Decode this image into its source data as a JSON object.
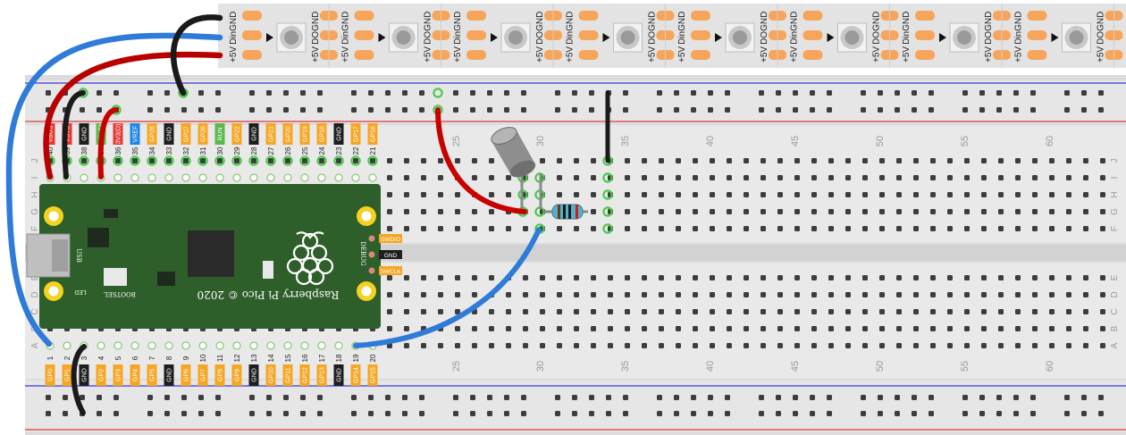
{
  "strip": {
    "label_5v": "+5V",
    "label_din": "DinGND",
    "label_do": "DOGND",
    "segment_count": 10
  },
  "breadboard": {
    "row_letters": [
      "J",
      "I",
      "H",
      "G",
      "F",
      "E",
      "D",
      "C",
      "B",
      "A"
    ],
    "top_numbers": [
      "25",
      "30",
      "35",
      "40",
      "45",
      "50",
      "55",
      "60"
    ],
    "bottom_numbers": [
      "25",
      "30",
      "35",
      "40",
      "45",
      "50",
      "55",
      "60"
    ]
  },
  "pico": {
    "top_pins": [
      {
        "num": "40",
        "label": "VBUS",
        "color": "#e53935"
      },
      {
        "num": "39",
        "label": "VSYS",
        "color": "#e53935"
      },
      {
        "num": "38",
        "label": "GND",
        "color": "#1e1e1e"
      },
      {
        "num": "37",
        "label": "3V3_EN",
        "color": "#5ab94a"
      },
      {
        "num": "36",
        "label": "3V3(O)",
        "color": "#e53935"
      },
      {
        "num": "35",
        "label": "VREF",
        "color": "#1e88e5"
      },
      {
        "num": "34",
        "label": "GP28",
        "color": "#f5a623"
      },
      {
        "num": "33",
        "label": "GND",
        "color": "#1e1e1e"
      },
      {
        "num": "32",
        "label": "GP27",
        "color": "#f5a623"
      },
      {
        "num": "31",
        "label": "GP26",
        "color": "#f5a623"
      },
      {
        "num": "30",
        "label": "RUN",
        "color": "#5ab94a"
      },
      {
        "num": "29",
        "label": "GP22",
        "color": "#f5a623"
      },
      {
        "num": "28",
        "label": "GND",
        "color": "#1e1e1e"
      },
      {
        "num": "27",
        "label": "GP21",
        "color": "#f5a623"
      },
      {
        "num": "26",
        "label": "GP20",
        "color": "#f5a623"
      },
      {
        "num": "25",
        "label": "GP19",
        "color": "#f5a623"
      },
      {
        "num": "24",
        "label": "GP18",
        "color": "#f5a623"
      },
      {
        "num": "23",
        "label": "GND",
        "color": "#1e1e1e"
      },
      {
        "num": "22",
        "label": "GP17",
        "color": "#f5a623"
      },
      {
        "num": "21",
        "label": "GP16",
        "color": "#f5a623"
      }
    ],
    "bottom_pins": [
      {
        "num": "1",
        "label": "GP0",
        "color": "#f5a623"
      },
      {
        "num": "2",
        "label": "GP1",
        "color": "#f5a623"
      },
      {
        "num": "3",
        "label": "GND",
        "color": "#1e1e1e"
      },
      {
        "num": "4",
        "label": "GP2",
        "color": "#f5a623"
      },
      {
        "num": "5",
        "label": "GP3",
        "color": "#f5a623"
      },
      {
        "num": "6",
        "label": "GP4",
        "color": "#f5a623"
      },
      {
        "num": "7",
        "label": "GP5",
        "color": "#f5a623"
      },
      {
        "num": "8",
        "label": "GND",
        "color": "#1e1e1e"
      },
      {
        "num": "9",
        "label": "GP6",
        "color": "#f5a623"
      },
      {
        "num": "10",
        "label": "GP7",
        "color": "#f5a623"
      },
      {
        "num": "11",
        "label": "GP8",
        "color": "#f5a623"
      },
      {
        "num": "12",
        "label": "GP9",
        "color": "#f5a623"
      },
      {
        "num": "13",
        "label": "GND",
        "color": "#1e1e1e"
      },
      {
        "num": "14",
        "label": "GP10",
        "color": "#f5a623"
      },
      {
        "num": "15",
        "label": "GP11",
        "color": "#f5a623"
      },
      {
        "num": "16",
        "label": "GP12",
        "color": "#f5a623"
      },
      {
        "num": "17",
        "label": "GP13",
        "color": "#f5a623"
      },
      {
        "num": "18",
        "label": "GND",
        "color": "#1e1e1e"
      },
      {
        "num": "19",
        "label": "GP14",
        "color": "#f5a623"
      },
      {
        "num": "20",
        "label": "GP15",
        "color": "#f5a623"
      }
    ],
    "debug_pins": [
      {
        "label": "SWDIO",
        "color": "#f5a623"
      },
      {
        "label": "GND",
        "color": "#1e1e1e"
      },
      {
        "label": "SWCLK",
        "color": "#f5a623"
      }
    ],
    "board_text": "Raspberry Pi Pico © 2020",
    "debug_text": "DEBUG",
    "usb_text": "USB",
    "bootsel_text": "BOOTSEL",
    "led_text": "LED"
  },
  "colors": {
    "board_green": "#2e5e2a",
    "wire_red": "#c80000",
    "wire_blue": "#2f7bd8",
    "wire_black": "#1a1a1a",
    "strip_bg": "#e3e3e3",
    "pad_orange": "#f7a55a"
  }
}
